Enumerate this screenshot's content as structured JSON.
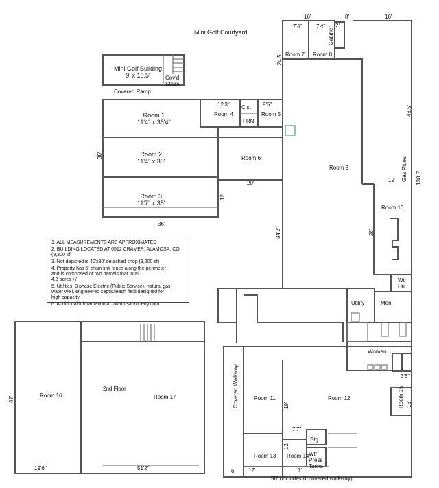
{
  "header": {
    "courtyard": "Mini Golf Courtyard"
  },
  "mini_golf": {
    "name": "Mini Golf Building",
    "size": "9' x 18.5'",
    "stairs": "Cov'd\nStairs",
    "ramp": "Covered Ramp"
  },
  "rooms": {
    "room1": {
      "name": "Room 1",
      "size": "11'4\" x 36'4\""
    },
    "room2": {
      "name": "Room 2",
      "size": "11'4\" x 35'"
    },
    "room3": {
      "name": "Room 3",
      "size": "11'7\" x 35'"
    },
    "room4": "Room 4",
    "room5": "Room 5",
    "room6": "Room 6",
    "room7": "Room 7",
    "room8": "Room 8",
    "room9": "Room 9",
    "room10": "Room 10",
    "room11": "Room 11",
    "room12": "Room 12",
    "room13": "Room 13",
    "room14": "Room 14",
    "room15": "Room 15",
    "room16": "Room 16",
    "room17": "Room 17",
    "closet": "Clst",
    "frn": "FRN",
    "cabinet": "Cabinet",
    "wtr_htr": "Wtr\nHtr",
    "utility": "Utility",
    "men": "Men",
    "women": "Women",
    "stg": "Stg",
    "wtr_press": "Wtr\nPress\nTanks",
    "gas_pipes": "Gas Pipes",
    "second_floor": "2nd Floor",
    "covered_walkway": "Covered Walkway"
  },
  "dimensions": {
    "d16a": "16'",
    "d8": "8'",
    "d16b": "16'",
    "d74a": "7'4\"",
    "d74b": "7'4\"",
    "d2": "2'",
    "d245": "24.5'",
    "d123": "12'3\"",
    "d95": "9'5\"",
    "d36a": "36'",
    "d20": "20'",
    "d12a": "12'",
    "d36b": "36'",
    "d342": "34'2\"",
    "d485": "48.5'",
    "d1385": "138.5'",
    "d12b": "12'",
    "d28": "28'",
    "d36c": "3'6\"",
    "d16c": "16'",
    "d47": "47'",
    "d196": "19'6\"",
    "d512": "51'2\"",
    "d19": "19'",
    "d77": "7'7\"",
    "d12c": "12'",
    "d6": "6'",
    "d12d": "12'",
    "d7": "7'",
    "bottom": "58' (includes 6' covered walkway)"
  },
  "notes": [
    "1.  ALL MEASUREMENTS ARE APPROXIMATED",
    "2.  BUILDING LOCATED AT 6512 CRAMER, ALAMOSA, CO\n     (9,300 sf)",
    "3.  Not depicted is 40'x80' detached shop (3,200 sf)",
    "4.  Property has 6' chain link fence along the perimeter\n     and is composed of two parcels that total\n     4.3 acres +/-",
    "5.  Utilities:  3 phase Electric (Public Service), natural gas,\n     water well, engineered septic/leach field designed for\n     high capacity",
    "6.  Additional inforamation at:  alamosaproperty.com"
  ]
}
